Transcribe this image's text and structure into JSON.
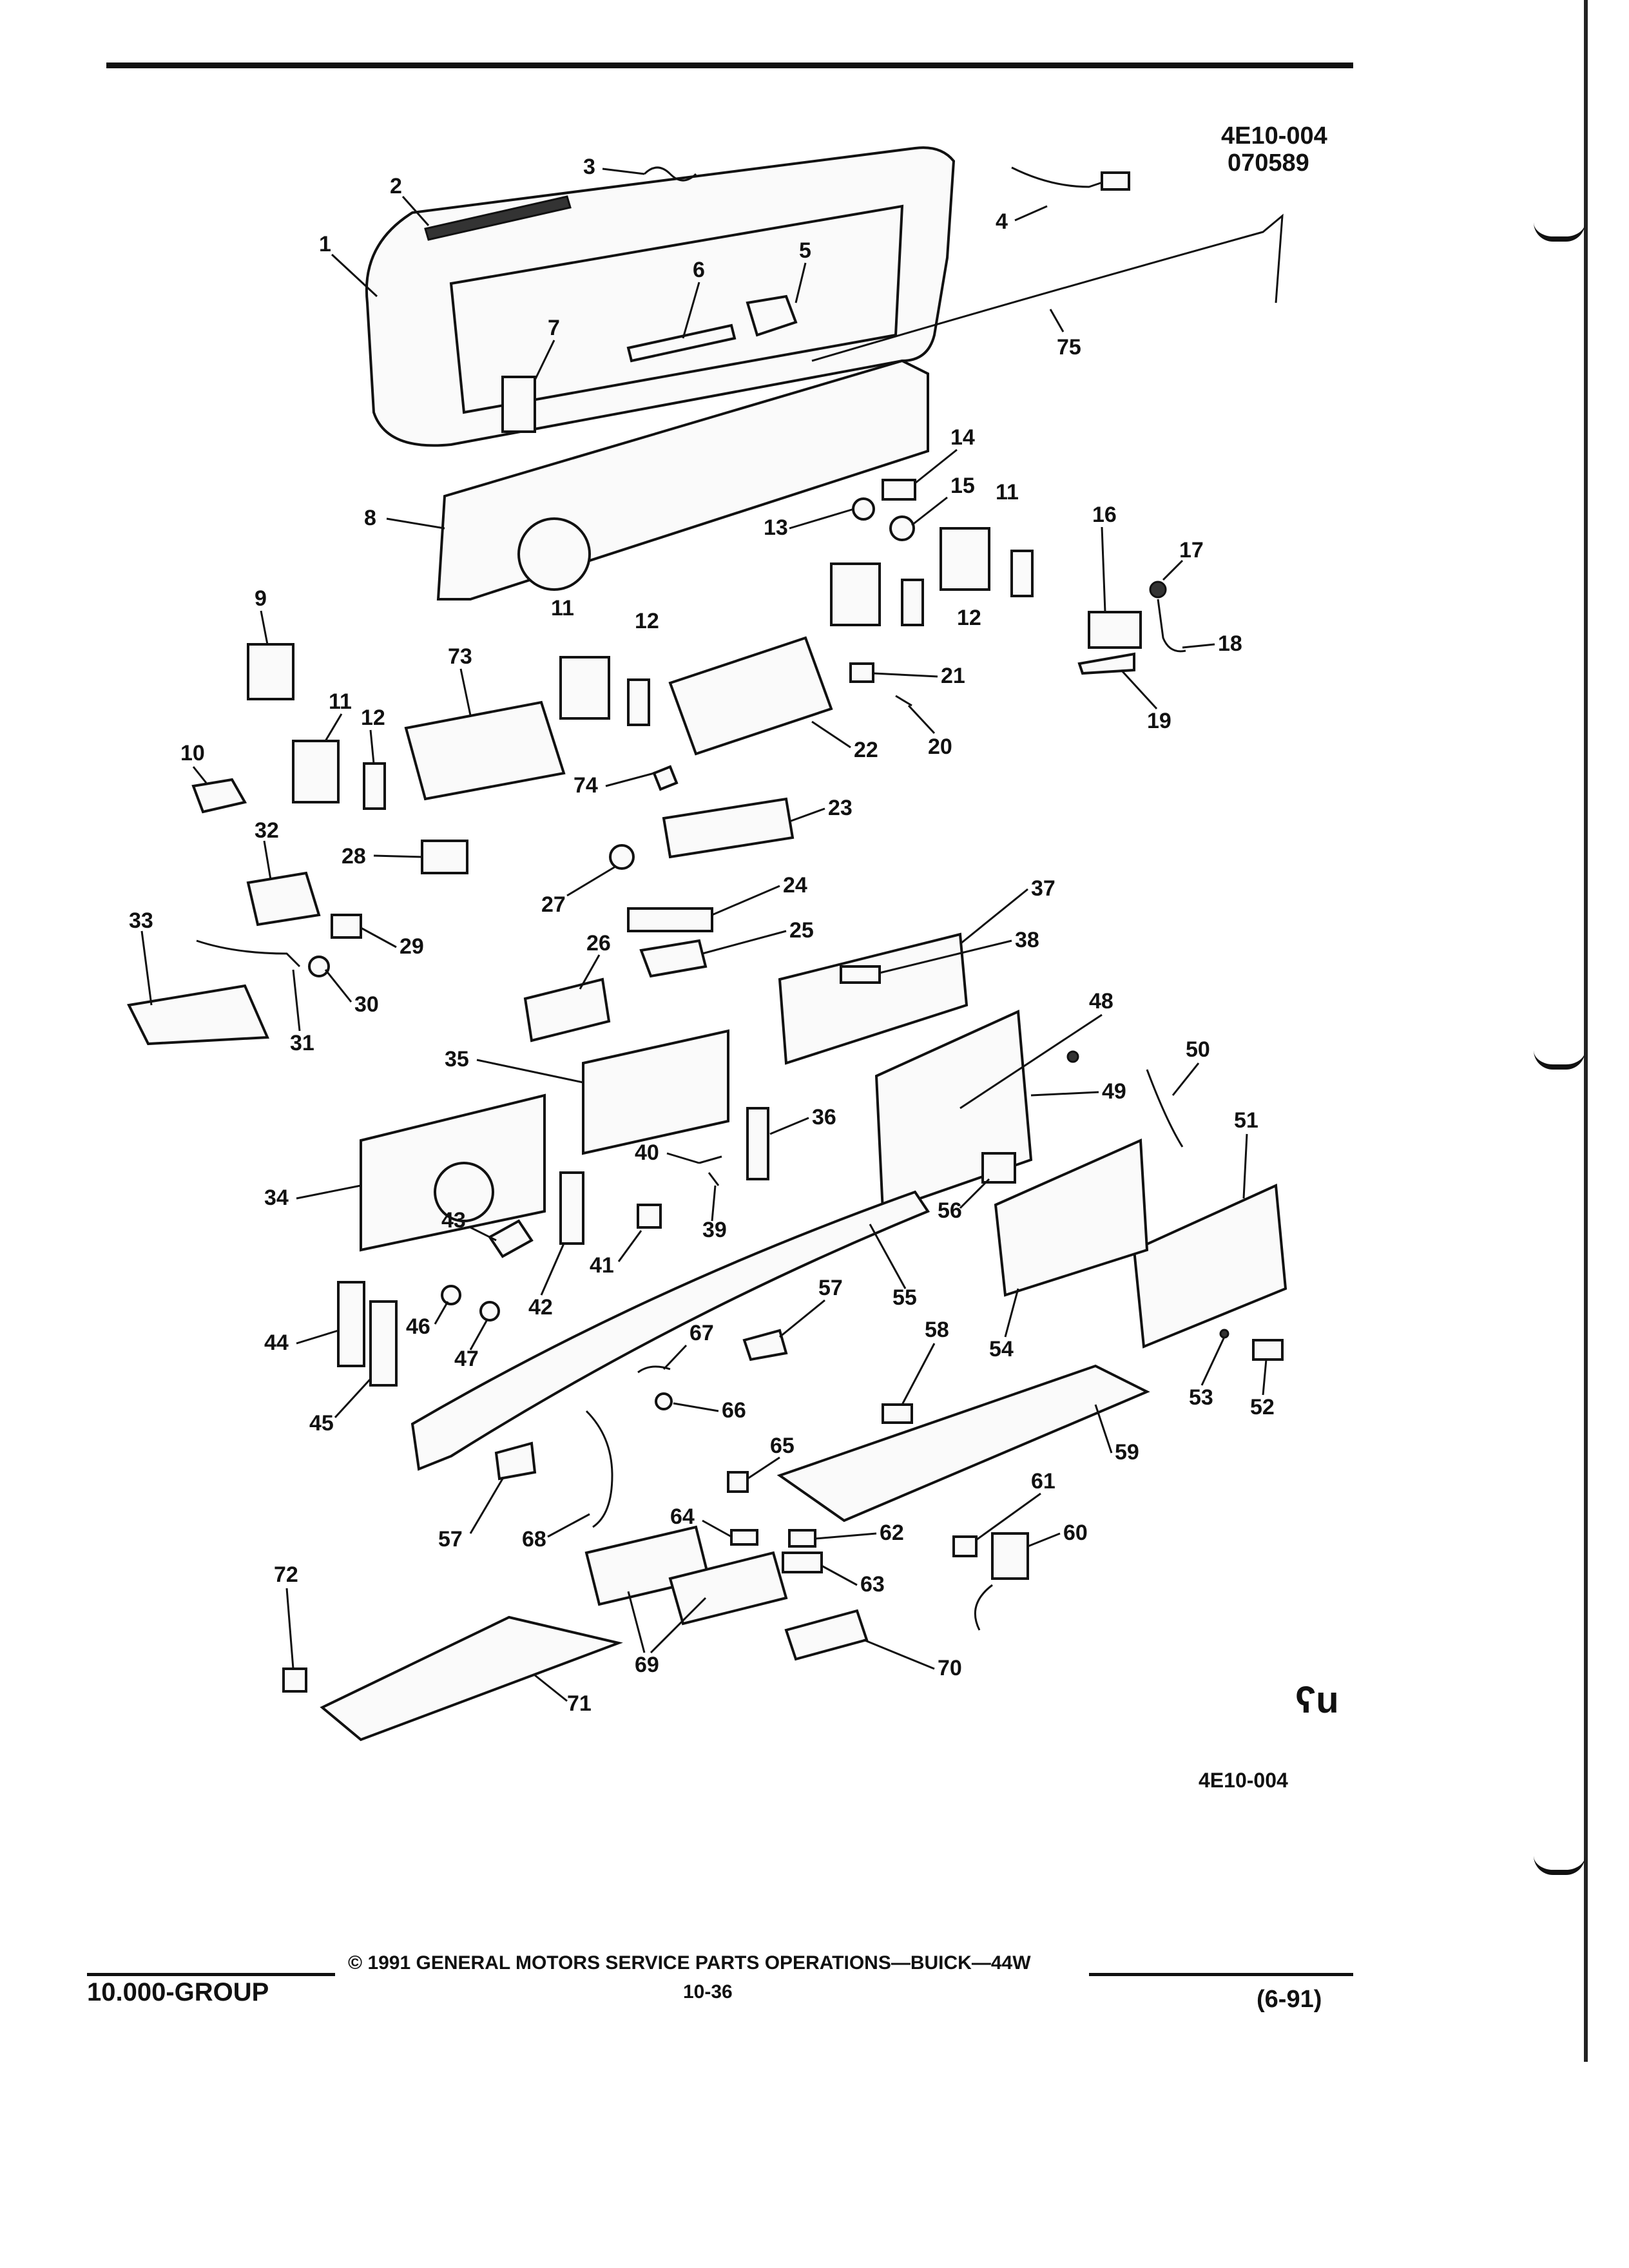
{
  "header": {
    "diagram_id": "4E10-004",
    "date_code": "070589"
  },
  "diagram": {
    "callouts": [
      "1",
      "2",
      "3",
      "4",
      "5",
      "6",
      "7",
      "8",
      "9",
      "10",
      "11",
      "12",
      "13",
      "14",
      "15",
      "16",
      "17",
      "18",
      "19",
      "20",
      "21",
      "22",
      "23",
      "24",
      "25",
      "26",
      "27",
      "28",
      "29",
      "30",
      "31",
      "32",
      "33",
      "34",
      "35",
      "36",
      "37",
      "38",
      "39",
      "40",
      "41",
      "42",
      "43",
      "44",
      "45",
      "46",
      "47",
      "48",
      "49",
      "50",
      "51",
      "52",
      "53",
      "54",
      "55",
      "56",
      "57",
      "58",
      "59",
      "60",
      "61",
      "62",
      "63",
      "64",
      "65",
      "66",
      "67",
      "68",
      "69",
      "70",
      "71",
      "72",
      "73",
      "74",
      "75"
    ],
    "extra_callouts": {
      "11": "11",
      "12": "12",
      "57": "57"
    }
  },
  "figure_id": "4E10-004",
  "logo_glyph": "ʕu",
  "footer": {
    "group": "10.000-GROUP",
    "copyright": "© 1991 GENERAL MOTORS SERVICE PARTS OPERATIONS—BUICK—44W",
    "page_number": "10-36",
    "revision": "(6-91)"
  }
}
